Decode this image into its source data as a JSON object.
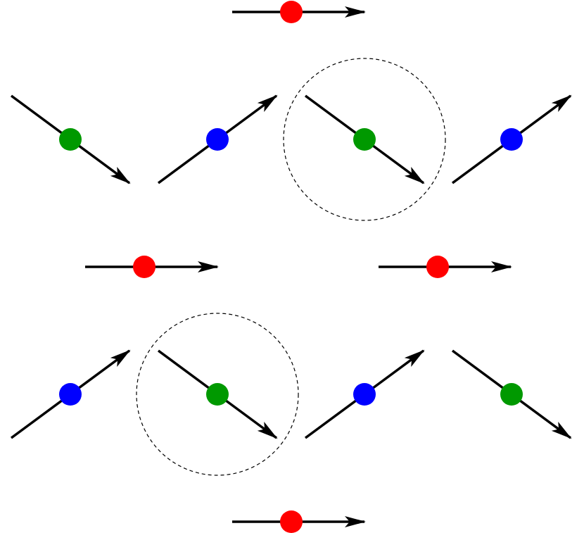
{
  "colors": {
    "red": "#ff0000",
    "green": "#009900",
    "blue": "#0000ff",
    "arrow": "#000000",
    "circle": "#000000",
    "background": "#ffffff"
  },
  "spins": [
    {
      "id": "spin-top",
      "color": "red",
      "direction": "right"
    },
    {
      "id": "spin-r1-c1",
      "color": "green",
      "direction": "down-right"
    },
    {
      "id": "spin-r1-c2",
      "color": "blue",
      "direction": "up-right"
    },
    {
      "id": "spin-r1-c3",
      "color": "green",
      "direction": "down-right",
      "highlighted": true
    },
    {
      "id": "spin-r1-c4",
      "color": "blue",
      "direction": "up-right"
    },
    {
      "id": "spin-mid-left",
      "color": "red",
      "direction": "right"
    },
    {
      "id": "spin-mid-right",
      "color": "red",
      "direction": "right"
    },
    {
      "id": "spin-r2-c1",
      "color": "blue",
      "direction": "up-right"
    },
    {
      "id": "spin-r2-c2",
      "color": "green",
      "direction": "down-right",
      "highlighted": true
    },
    {
      "id": "spin-r2-c3",
      "color": "blue",
      "direction": "up-right"
    },
    {
      "id": "spin-r2-c4",
      "color": "green",
      "direction": "down-right"
    },
    {
      "id": "spin-bottom",
      "color": "red",
      "direction": "right"
    }
  ]
}
